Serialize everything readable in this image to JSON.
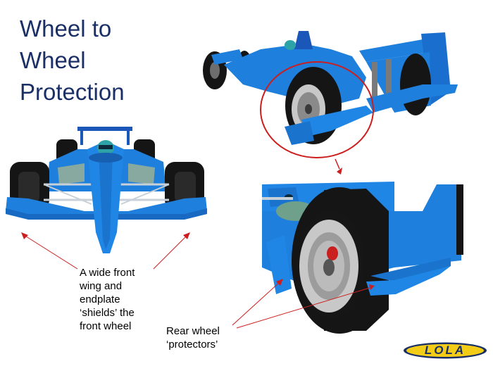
{
  "slide": {
    "title_lines": [
      "Wheel to",
      "Wheel",
      "Protection"
    ],
    "front_caption_lines": [
      "A wide front",
      "wing and",
      "endplate",
      "‘shields’ the",
      "front wheel"
    ],
    "rear_caption_lines": [
      "Rear wheel",
      "‘protectors’"
    ],
    "logo_text": "LOLA"
  },
  "colors": {
    "title": "#1a2f66",
    "car_blue": "#1f7fdc",
    "tire": "#151515",
    "annotation_red": "#cc1e1e",
    "logo_yellow": "#f2cc17"
  }
}
